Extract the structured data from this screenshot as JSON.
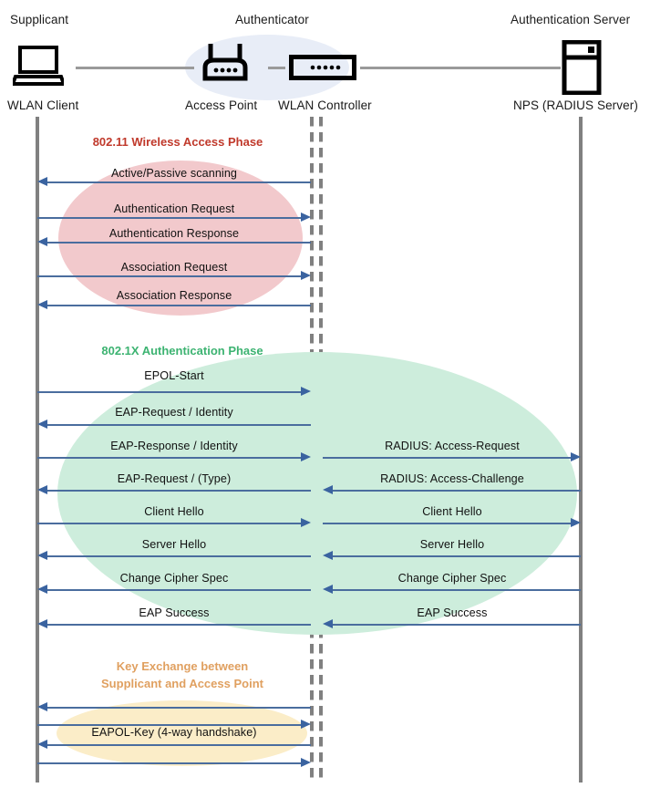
{
  "diagram": {
    "title": "802.1X / EAP WLAN authentication sequence",
    "colors": {
      "phase_80211_text": "#c0392b",
      "phase_8021x_text": "#3cb371",
      "phase_key_text": "#e0a060",
      "blob_80211": "#f2c9cc",
      "blob_8021x": "#cdeddc",
      "blob_key": "#fbedc8",
      "arrow": "#4a6d9e",
      "lifeline": "#808080",
      "authenticator_blob": "#e8edf7"
    }
  },
  "actors": [
    {
      "role": "Supplicant",
      "node": "WLAN Client",
      "icon": "laptop-icon"
    },
    {
      "role": "Authenticator",
      "node": "Access Point",
      "icon": "access-point-icon"
    },
    {
      "role": "",
      "node": "WLAN Controller",
      "icon": "wlan-controller-icon"
    },
    {
      "role": "Authentication Server",
      "node": "NPS (RADIUS Server)",
      "icon": "server-icon"
    }
  ],
  "phases": [
    {
      "id": "wireless-access",
      "caption": "802.11 Wireless Access Phase",
      "color": "#c0392b",
      "messages": [
        {
          "label": "Active/Passive scanning",
          "dir": "left",
          "lane": "left"
        },
        {
          "label": "Authentication Request",
          "dir": "right",
          "lane": "left"
        },
        {
          "label": "Authentication Response",
          "dir": "left",
          "lane": "left"
        },
        {
          "label": "Association Request",
          "dir": "right",
          "lane": "left"
        },
        {
          "label": "Association Response",
          "dir": "left",
          "lane": "left"
        }
      ]
    },
    {
      "id": "dot1x-authentication",
      "caption": "802.1X Authentication Phase",
      "color": "#3cb371",
      "messages": [
        {
          "label": "EPOL-Start",
          "dir": "right",
          "lane": "left",
          "right_label": "",
          "right_dir": ""
        },
        {
          "label": "EAP-Request / Identity",
          "dir": "left",
          "lane": "left",
          "right_label": "",
          "right_dir": ""
        },
        {
          "label": "EAP-Response / Identity",
          "dir": "right",
          "lane": "left",
          "right_label": "RADIUS: Access-Request",
          "right_dir": "right"
        },
        {
          "label": "EAP-Request / (Type)",
          "dir": "left",
          "lane": "left",
          "right_label": "RADIUS: Access-Challenge",
          "right_dir": "left"
        },
        {
          "label": "Client Hello",
          "dir": "right",
          "lane": "left",
          "right_label": "Client Hello",
          "right_dir": "right"
        },
        {
          "label": "Server Hello",
          "dir": "left",
          "lane": "left",
          "right_label": "Server Hello",
          "right_dir": "left"
        },
        {
          "label": "Change Cipher Spec",
          "dir": "left",
          "lane": "left",
          "right_label": "Change Cipher Spec",
          "right_dir": "left"
        },
        {
          "label": "EAP Success",
          "dir": "left",
          "lane": "left",
          "right_label": "EAP Success",
          "right_dir": "left"
        }
      ]
    },
    {
      "id": "key-exchange",
      "caption": "Key Exchange between\nSupplicant and Access Point",
      "color": "#e0a060",
      "handshake_label": "EAPOL-Key (4-way handshake)",
      "messages": [
        {
          "label": "",
          "dir": "left",
          "lane": "left"
        },
        {
          "label": "",
          "dir": "right",
          "lane": "left"
        },
        {
          "label": "",
          "dir": "left",
          "lane": "left"
        },
        {
          "label": "",
          "dir": "right",
          "lane": "left"
        }
      ]
    }
  ]
}
